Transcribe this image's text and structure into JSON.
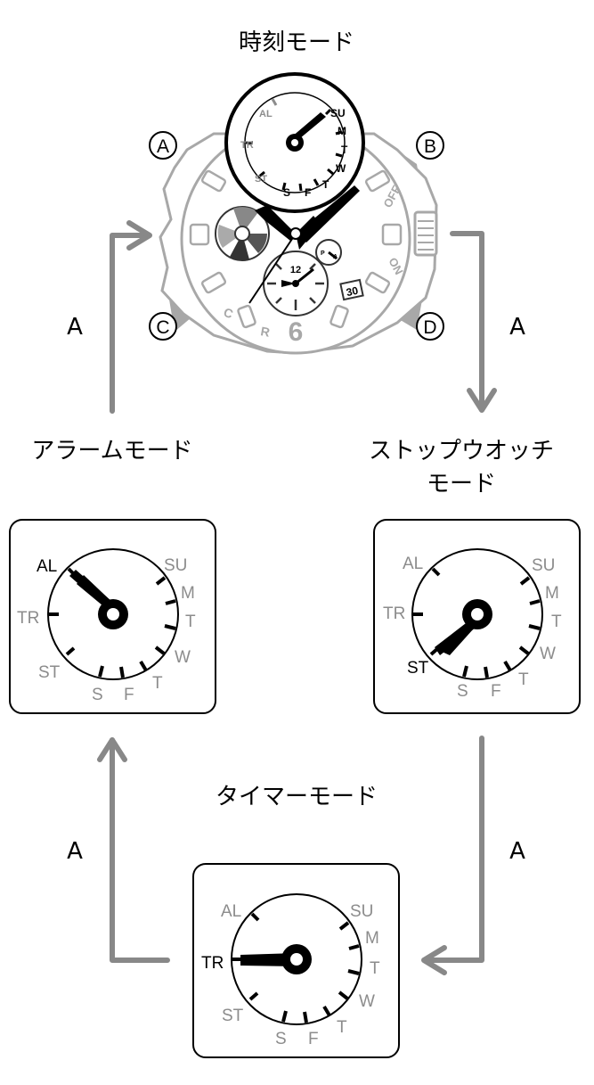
{
  "modes": {
    "time": "時刻モード",
    "alarm": "アラームモード",
    "stopwatch_line1": "ストップウオッチ",
    "stopwatch_line2": "モード",
    "timer": "タイマーモード"
  },
  "arrow_label": "A",
  "buttons": {
    "a": "A",
    "b": "B",
    "c": "C",
    "d": "D"
  },
  "days": {
    "al": "AL",
    "su": "SU",
    "m": "M",
    "t1": "T",
    "w": "W",
    "t2": "T",
    "f": "F",
    "s": "S",
    "st": "ST",
    "tr": "TR"
  },
  "watch": {
    "off": "OFF",
    "on": "ON",
    "c": "C",
    "r": "R",
    "six": "6",
    "twelve": "12",
    "date": "30",
    "p": "P",
    "a": "A"
  },
  "colors": {
    "active": "#000000",
    "inactive": "#8c8c8c",
    "arrow": "#888888",
    "bezel": "#a8a8a8"
  }
}
